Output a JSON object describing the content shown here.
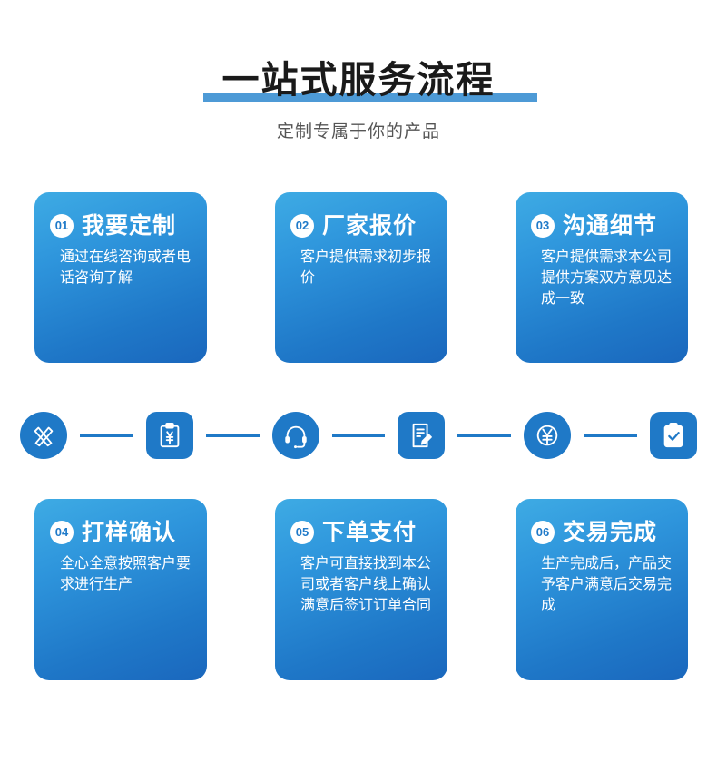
{
  "header": {
    "title": "一站式服务流程",
    "subtitle": "定制专属于你的产品",
    "underline_color": "#4d9ad6",
    "title_color": "#1a1a1a",
    "subtitle_color": "#555555"
  },
  "theme": {
    "card_gradient_top": "#3eabe4",
    "card_gradient_bottom": "#1a67bd",
    "icon_blue": "#1f79c7",
    "badge_text_color": "#1f7ac9",
    "card_text_color": "#ffffff"
  },
  "steps_top": [
    {
      "number": "01",
      "title": "我要定制",
      "body": "通过在线咨询或者电话咨询了解"
    },
    {
      "number": "02",
      "title": "厂家报价",
      "body": "客户提供需求初步报价"
    },
    {
      "number": "03",
      "title": "沟通细节",
      "body": "客户提供需求本公司提供方案双方意见达成一致"
    }
  ],
  "steps_bottom": [
    {
      "number": "04",
      "title": "打样确认",
      "body": "全心全意按照客户要求进行生产"
    },
    {
      "number": "05",
      "title": "下单支付",
      "body": "客户可直接找到本公司或者客户线上确认满意后签订订单合同"
    },
    {
      "number": "06",
      "title": "交易完成",
      "body": "生产完成后，产品交予客户满意后交易完成"
    }
  ],
  "icon_strip": {
    "icons": [
      {
        "name": "design-pencil-ruler-icon",
        "shape": "circle"
      },
      {
        "name": "clipboard-yuan-quote-icon",
        "shape": "squircle"
      },
      {
        "name": "headset-support-icon",
        "shape": "circle"
      },
      {
        "name": "document-sign-contract-icon",
        "shape": "squircle"
      },
      {
        "name": "yuan-payment-icon",
        "shape": "circle"
      },
      {
        "name": "clipboard-check-done-icon",
        "shape": "squircle"
      }
    ],
    "connector_count": 5
  }
}
